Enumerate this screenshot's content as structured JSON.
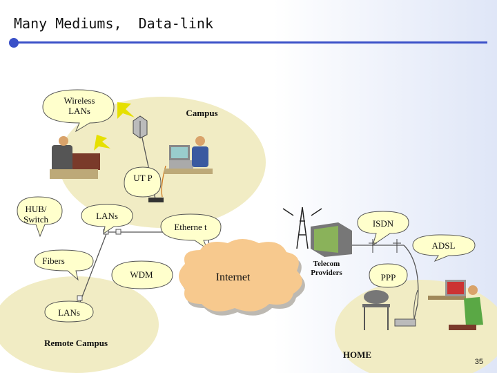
{
  "slide": {
    "title": "Many Mediums,  Data-link",
    "page_number": "35"
  },
  "labels": {
    "wireless_lans": "Wireless LANs",
    "campus": "Campus",
    "utp": "UT P",
    "hub_switch": "HUB/ Switch",
    "lans_hub": "LANs",
    "ethernet": "Etherne t",
    "isdn": "ISDN",
    "adsl": "ADSL",
    "fibers": "Fibers",
    "wdm": "WDM",
    "internet": "Internet",
    "telecom_providers": "Telecom Providers",
    "ppp": "PPP",
    "lans_remote": "LANs",
    "remote_campus": "Remote Campus",
    "home": "HOME"
  },
  "colors": {
    "rule": "#3a50c8",
    "zone_fill": "#f1ecc4",
    "cloud_fill": "#f7c98e",
    "bubble_fill": "#ffffcc",
    "line": "#555555"
  }
}
